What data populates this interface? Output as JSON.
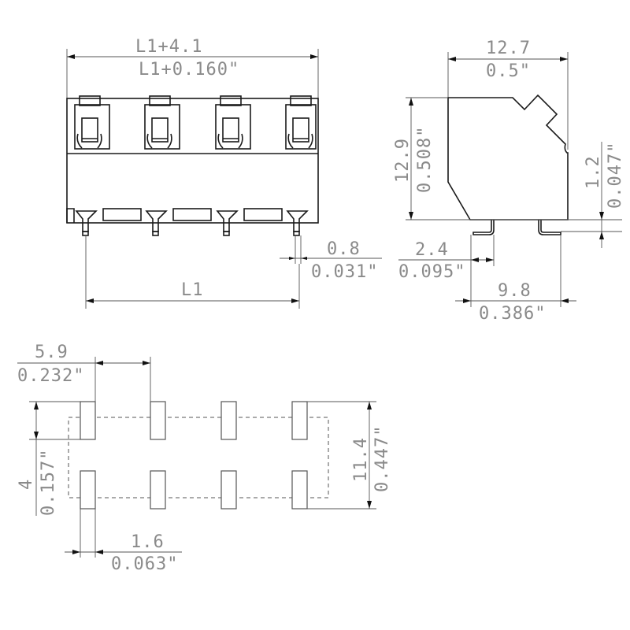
{
  "drawing": {
    "title": "PCB terminal block dimensional drawing",
    "front_view": {
      "overall_width_mm": "L1+4.1",
      "overall_width_in": "L1+0.160\"",
      "pitch_label": "L1",
      "pin_width_mm": "0.8",
      "pin_width_in": "0.031\"",
      "pole_count": 4
    },
    "side_view": {
      "depth_mm": "12.7",
      "depth_in": "0.5\"",
      "height_mm": "12.9",
      "height_in": "0.508\"",
      "lead_offset_mm": "1.2",
      "lead_offset_in": "0.047\"",
      "lead_length_mm": "2.4",
      "lead_length_in": "0.095\"",
      "lead_span_mm": "9.8",
      "lead_span_in": "0.386\""
    },
    "footprint": {
      "pitch_mm": "5.9",
      "pitch_in": "0.232\"",
      "pad_height_mm": "4",
      "pad_height_in": "0.157\"",
      "row_span_mm": "11.4",
      "row_span_in": "0.447\"",
      "pad_width_mm": "1.6",
      "pad_width_in": "0.063\"",
      "pads_per_row": 4,
      "rows": 2
    }
  },
  "colors": {
    "outline": "#1a1a1a",
    "dimension_text": "#8a8a8a",
    "background": "#ffffff"
  }
}
